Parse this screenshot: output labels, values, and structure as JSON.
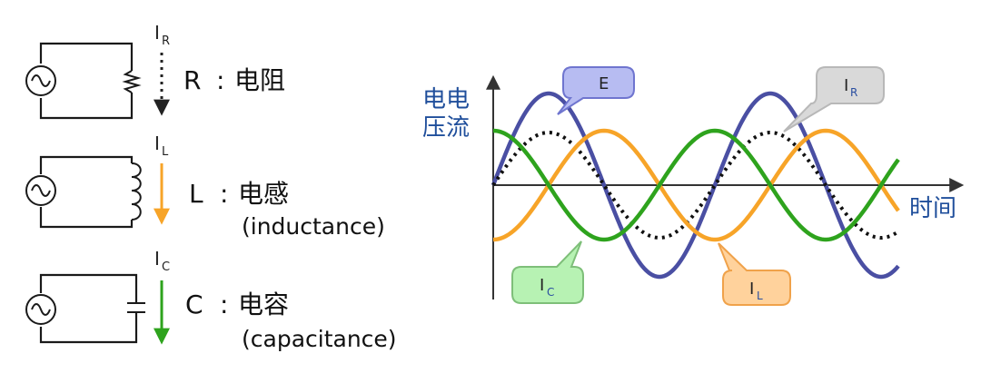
{
  "circuits": {
    "resistor": {
      "current_symbol": "I",
      "current_subscript": "R",
      "letter": "R",
      "separator": ":",
      "name": "电阻"
    },
    "inductor": {
      "current_symbol": "I",
      "current_subscript": "L",
      "letter": "L",
      "separator": ":",
      "name": "电感",
      "english": "(inductance)"
    },
    "capacitor": {
      "current_symbol": "I",
      "current_subscript": "C",
      "letter": "C",
      "separator": ":",
      "name": "电容",
      "english": "(capacitance)"
    }
  },
  "graph": {
    "y_axis_label_line1": "电电",
    "y_axis_label_line2": "压流",
    "x_axis_label": "时间",
    "callouts": {
      "E": {
        "text": "E",
        "sub": "",
        "fill": "#b7bcf2",
        "stroke": "#6f75cf"
      },
      "IR": {
        "text": "I",
        "sub": "R",
        "fill": "#d9d9d9",
        "stroke": "#b8b8b8"
      },
      "IC": {
        "text": "I",
        "sub": "C",
        "fill": "#b7f2b3",
        "stroke": "#7ebf79"
      },
      "IL": {
        "text": "I",
        "sub": "L",
        "fill": "#ffd29c",
        "stroke": "#f0a24a"
      }
    },
    "colors": {
      "voltage": "#4a4fa3",
      "resistor_current": "#111111",
      "inductor_current": "#f7a428",
      "capacitor_current": "#2ea31d",
      "axis": "#333333"
    }
  }
}
